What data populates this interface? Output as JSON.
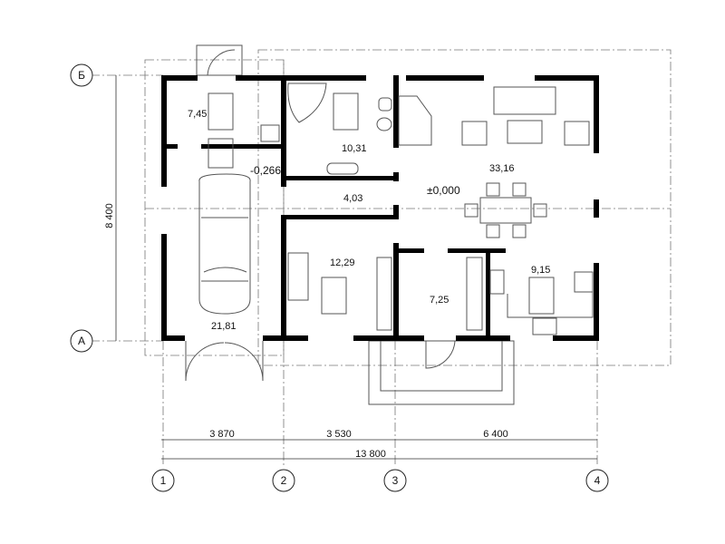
{
  "plan": {
    "rooms": [
      {
        "id": "bedroom-small",
        "area": "7,45"
      },
      {
        "id": "garage",
        "area": "21,81"
      },
      {
        "id": "garage-level",
        "area": "-0,266"
      },
      {
        "id": "bathroom",
        "area": "10,31"
      },
      {
        "id": "corridor",
        "area": "4,03"
      },
      {
        "id": "living",
        "area": "33,16"
      },
      {
        "id": "floor-level",
        "area": "±0,000"
      },
      {
        "id": "office",
        "area": "12,29"
      },
      {
        "id": "hall",
        "area": "7,25"
      },
      {
        "id": "kitchen",
        "area": "9,15"
      }
    ],
    "dimensions": {
      "spans": [
        "3 870",
        "3 530",
        "6 400"
      ],
      "total": "13 800",
      "height": "8 400"
    },
    "axes": {
      "columns": [
        "1",
        "2",
        "3",
        "4"
      ],
      "rows": [
        "Б",
        "А"
      ]
    }
  }
}
